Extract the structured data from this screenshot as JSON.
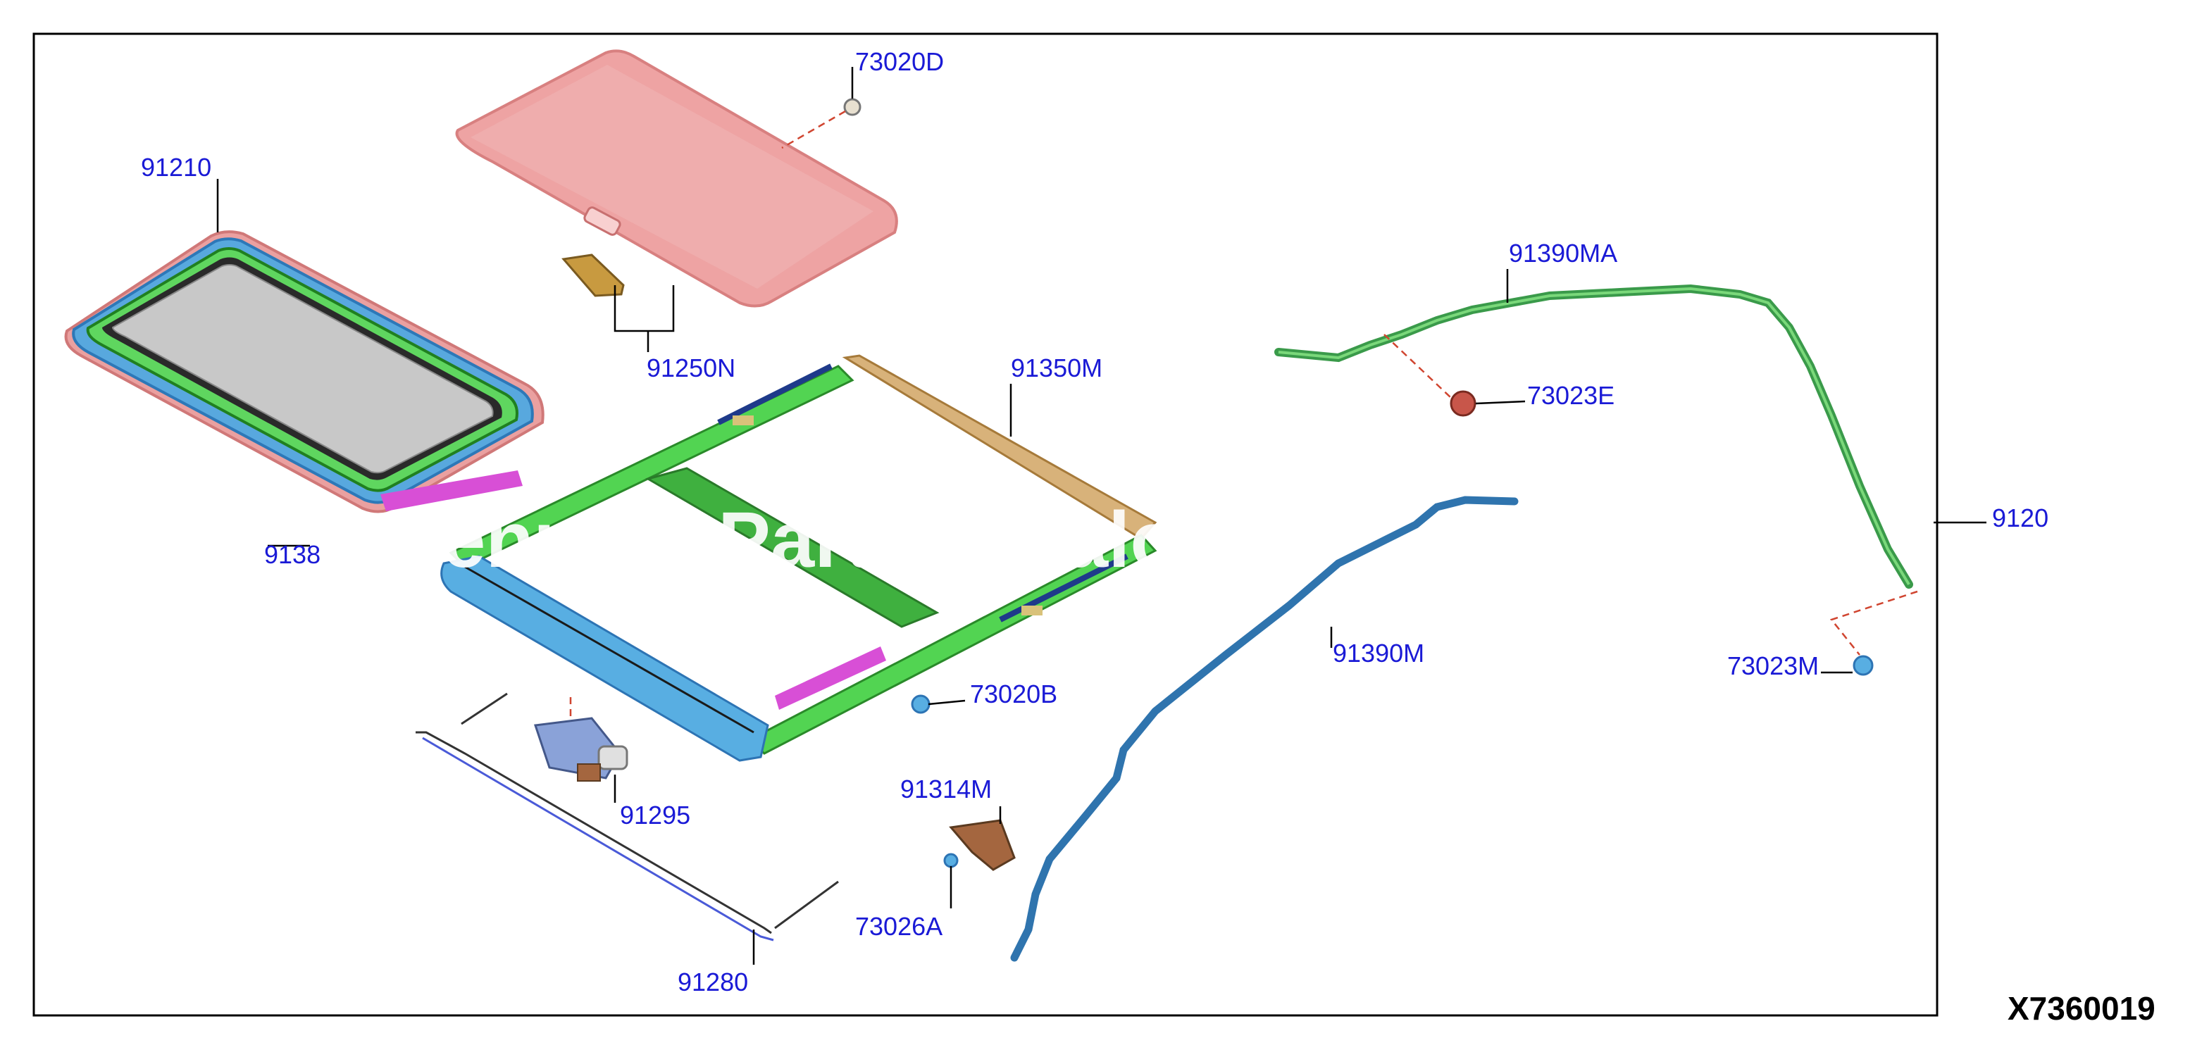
{
  "colors": {
    "frame": "#000000",
    "callout_text": "#1a1ad6",
    "sunshade": "#eba3a3",
    "glass_seal": "#4f9fd8",
    "glass_panel": "#c8c8c8",
    "frame_green": "#4fd64f",
    "frame_blue": "#57aee0",
    "deflector": "#d6b077",
    "drain_hose_green": "#3a9a4a",
    "drain_hose_blue": "#2f74ae",
    "bracket_brown": "#a4663f",
    "clip_red": "#c8564a",
    "magenta_trim": "#d84fd6"
  },
  "parts": [
    {
      "id": "p-73020D",
      "label": "73020D",
      "name": "clip"
    },
    {
      "id": "p-91210",
      "label": "91210",
      "name": "sunroof glass panel"
    },
    {
      "id": "p-91250N",
      "label": "91250N",
      "name": "sunshade"
    },
    {
      "id": "p-91350M",
      "label": "91350M",
      "name": "sunroof frame"
    },
    {
      "id": "p-91390MA",
      "label": "91390MA",
      "name": "drain hose"
    },
    {
      "id": "p-73023E",
      "label": "73023E",
      "name": "clip"
    },
    {
      "id": "p-9120x",
      "label": "9120",
      "name": "partially obscured label"
    },
    {
      "id": "p-9138x",
      "label": "9138",
      "name": "partially obscured label"
    },
    {
      "id": "p-91390M",
      "label": "91390M",
      "name": "drain hose"
    },
    {
      "id": "p-73023M",
      "label": "73023M",
      "name": "clip"
    },
    {
      "id": "p-73020B",
      "label": "73020B",
      "name": "clip"
    },
    {
      "id": "p-91314M",
      "label": "91314M",
      "name": "bracket"
    },
    {
      "id": "p-91295",
      "label": "91295",
      "name": "motor"
    },
    {
      "id": "p-73026A",
      "label": "73026A",
      "name": "clip"
    },
    {
      "id": "p-91280",
      "label": "91280",
      "name": "weatherstrip"
    }
  ],
  "diagram_code": "X7360019",
  "watermark_text": "Genuine Parts Catalog"
}
